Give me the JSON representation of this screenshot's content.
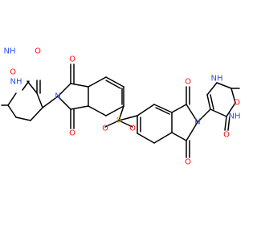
{
  "molecule": {
    "colors": {
      "bond": "#000000",
      "O": "#ff0d0d",
      "N": "#3050f8",
      "S": "#b8b800"
    },
    "atom_labels": {
      "o_left_1": "O",
      "o_left_2": "O",
      "o_left_3": "O",
      "o_left_4": "O",
      "n_left_1": "NH",
      "n_left_2": "NH",
      "n_left_3": "N",
      "s_center": "S",
      "o_sulfonyl_1": "O",
      "o_sulfonyl_2": "O",
      "o_right_1": "O",
      "o_right_2": "O",
      "o_right_3": "O",
      "o_right_4": "O",
      "n_right_1": "NH",
      "n_right_2": "NH",
      "n_right_3": "N"
    }
  }
}
